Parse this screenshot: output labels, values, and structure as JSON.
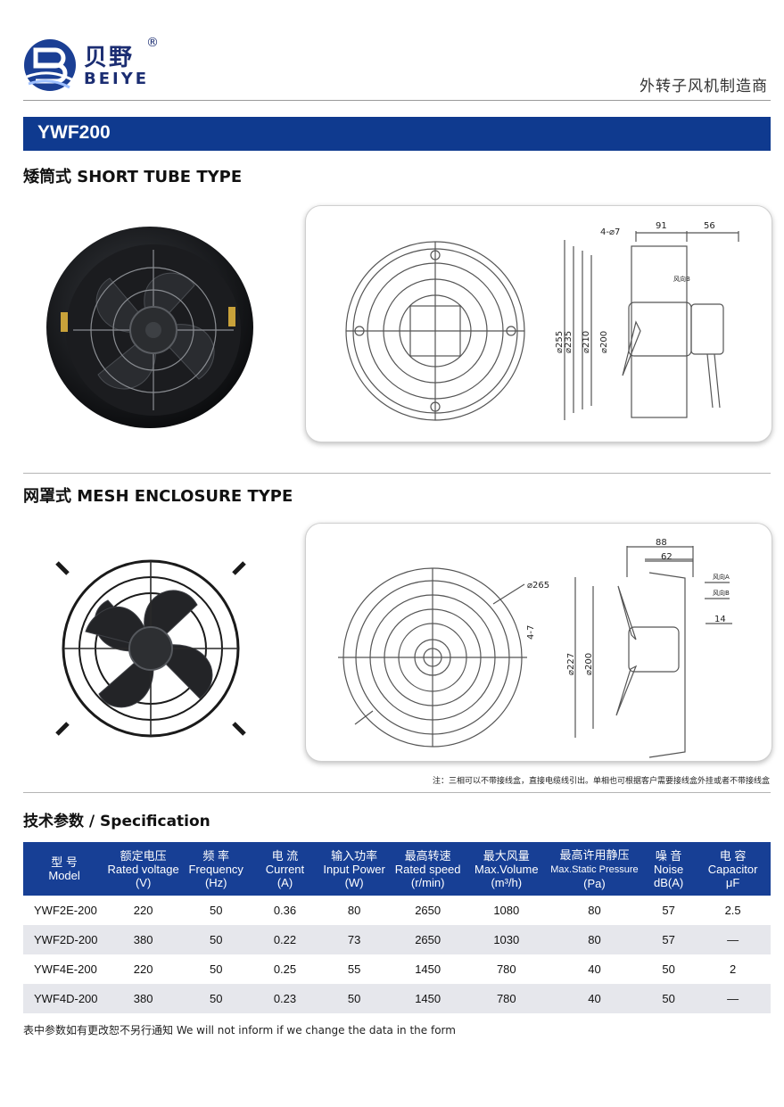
{
  "brand": {
    "cn": "贝野",
    "reg": "®",
    "en": "BEIYE"
  },
  "tagline": "外转子风机制造商",
  "product_code": "YWF200",
  "sections": {
    "short_tube": {
      "title": "矮筒式 SHORT TUBE TYPE",
      "dims": {
        "holes": "4-⌀7",
        "w1": "91",
        "w2": "56",
        "d1": "⌀255",
        "d2": "⌀235",
        "d3": "⌀210",
        "d4": "⌀200",
        "flow": "风向B"
      }
    },
    "mesh": {
      "title": "网罩式 MESH ENCLOSURE TYPE",
      "dims": {
        "d_outer": "⌀265",
        "slot": "4-7",
        "w1": "88",
        "w2": "62",
        "d1": "⌀227",
        "d2": "⌀200",
        "gap": "14",
        "flow_a": "风向A",
        "flow_b": "风向B"
      }
    }
  },
  "note": "注：三相可以不带接线盒，直接电缆线引出。单相也可根据客户需要接线盒外挂或者不带接线盒",
  "spec_title": "技术参数 / Specification",
  "table": {
    "headers": [
      {
        "cn": "型 号",
        "en": "Model",
        "unit": ""
      },
      {
        "cn": "额定电压",
        "en": "Rated voltage",
        "unit": "(V)"
      },
      {
        "cn": "频 率",
        "en": "Frequency",
        "unit": "(Hz)"
      },
      {
        "cn": "电 流",
        "en": "Current",
        "unit": "(A)"
      },
      {
        "cn": "输入功率",
        "en": "Input Power",
        "unit": "(W)"
      },
      {
        "cn": "最高转速",
        "en": "Rated speed",
        "unit": "(r/min)"
      },
      {
        "cn": "最大风量",
        "en": "Max.Volume",
        "unit": "(m³/h)"
      },
      {
        "cn": "最高许用静压",
        "en": "Max.Static Pressure",
        "unit": "(Pa)"
      },
      {
        "cn": "噪 音",
        "en": "Noise",
        "unit": "dB(A)"
      },
      {
        "cn": "电 容",
        "en": "Capacitor",
        "unit": "μF"
      }
    ],
    "rows": [
      [
        "YWF2E-200",
        "220",
        "50",
        "0.36",
        "80",
        "2650",
        "1080",
        "80",
        "57",
        "2.5"
      ],
      [
        "YWF2D-200",
        "380",
        "50",
        "0.22",
        "73",
        "2650",
        "1030",
        "80",
        "57",
        "—"
      ],
      [
        "YWF4E-200",
        "220",
        "50",
        "0.25",
        "55",
        "1450",
        "780",
        "40",
        "50",
        "2"
      ],
      [
        "YWF4D-200",
        "380",
        "50",
        "0.23",
        "50",
        "1450",
        "780",
        "40",
        "50",
        "—"
      ]
    ]
  },
  "footer": "表中参数如有更改恕不另行通知   We will not inform if we change the data in the form",
  "colors": {
    "brand_blue": "#0f3a8f",
    "header_blue": "#173f95",
    "alt_row": "#e6e7ec"
  },
  "icons": {
    "logo": "beiye-logo-icon",
    "fan1": "short-tube-fan-photo",
    "fan2": "mesh-fan-photo"
  }
}
